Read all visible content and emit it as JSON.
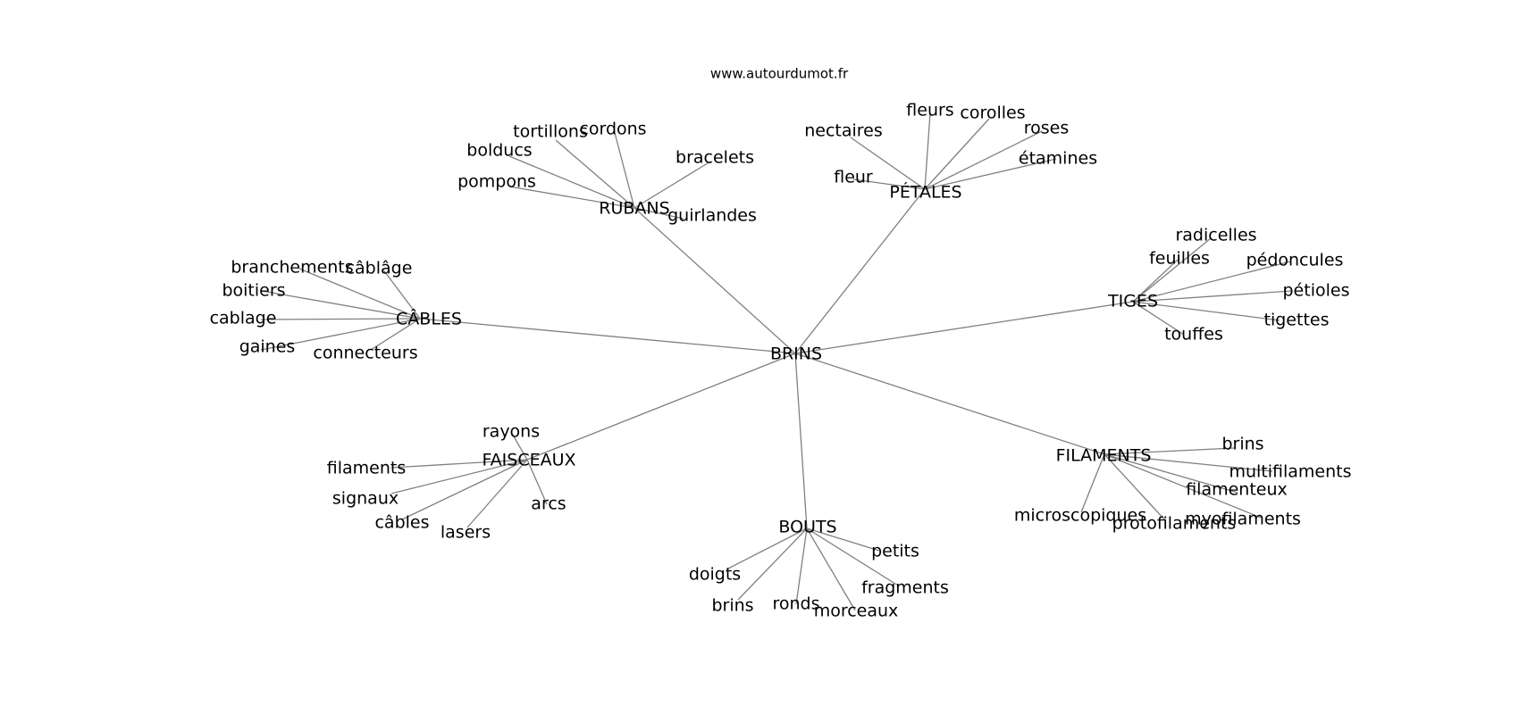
{
  "source": "www.autourdumot.fr",
  "center": "BRINS",
  "groups": [
    {
      "name": "RUBANS",
      "terms": [
        "tortillons",
        "cordons",
        "bolducs",
        "bracelets",
        "pompons",
        "guirlandes"
      ]
    },
    {
      "name": "PÉTALES",
      "terms": [
        "nectaires",
        "fleurs",
        "corolles",
        "roses",
        "étamines",
        "fleur"
      ]
    },
    {
      "name": "CÂBLES",
      "terms": [
        "branchements",
        "câblâge",
        "boitiers",
        "cablage",
        "gaines",
        "connecteurs"
      ]
    },
    {
      "name": "TIGES",
      "terms": [
        "radicelles",
        "feuilles",
        "pédoncules",
        "pétioles",
        "tigettes",
        "touffes"
      ]
    },
    {
      "name": "FAISCEAUX",
      "terms": [
        "rayons",
        "filaments",
        "signaux",
        "câbles",
        "lasers",
        "arcs"
      ]
    },
    {
      "name": "FILAMENTS",
      "terms": [
        "brins",
        "multifilaments",
        "filamenteux",
        "microscopiques",
        "protofilaments",
        "myofilaments"
      ]
    },
    {
      "name": "BOUTS",
      "terms": [
        "petits",
        "doigts",
        "fragments",
        "brins",
        "ronds",
        "morceaux"
      ]
    }
  ]
}
